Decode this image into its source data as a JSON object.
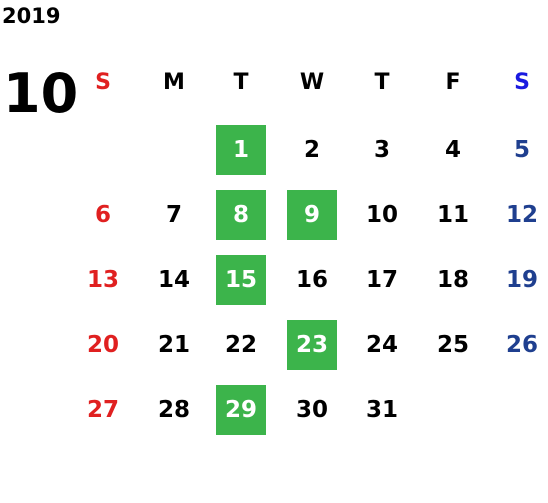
{
  "calendar": {
    "year": "2019",
    "month": "10",
    "weekdays": [
      "S",
      "M",
      "T",
      "W",
      "T",
      "F",
      "S"
    ],
    "first_weekday_index": 2,
    "days": [
      "1",
      "2",
      "3",
      "4",
      "5",
      "6",
      "7",
      "8",
      "9",
      "10",
      "11",
      "12",
      "13",
      "14",
      "15",
      "16",
      "17",
      "18",
      "19",
      "20",
      "21",
      "22",
      "23",
      "24",
      "25",
      "26",
      "27",
      "28",
      "29",
      "30",
      "31"
    ],
    "highlighted_days": [
      "1",
      "8",
      "9",
      "15",
      "23",
      "29"
    ],
    "colors": {
      "highlight_bg": "#3cb44b",
      "highlight_text": "#ffffff",
      "sunday": "#e02020",
      "saturday": "#1f3f8f",
      "saturday_header": "#1a1ae0",
      "text": "#000000"
    }
  }
}
